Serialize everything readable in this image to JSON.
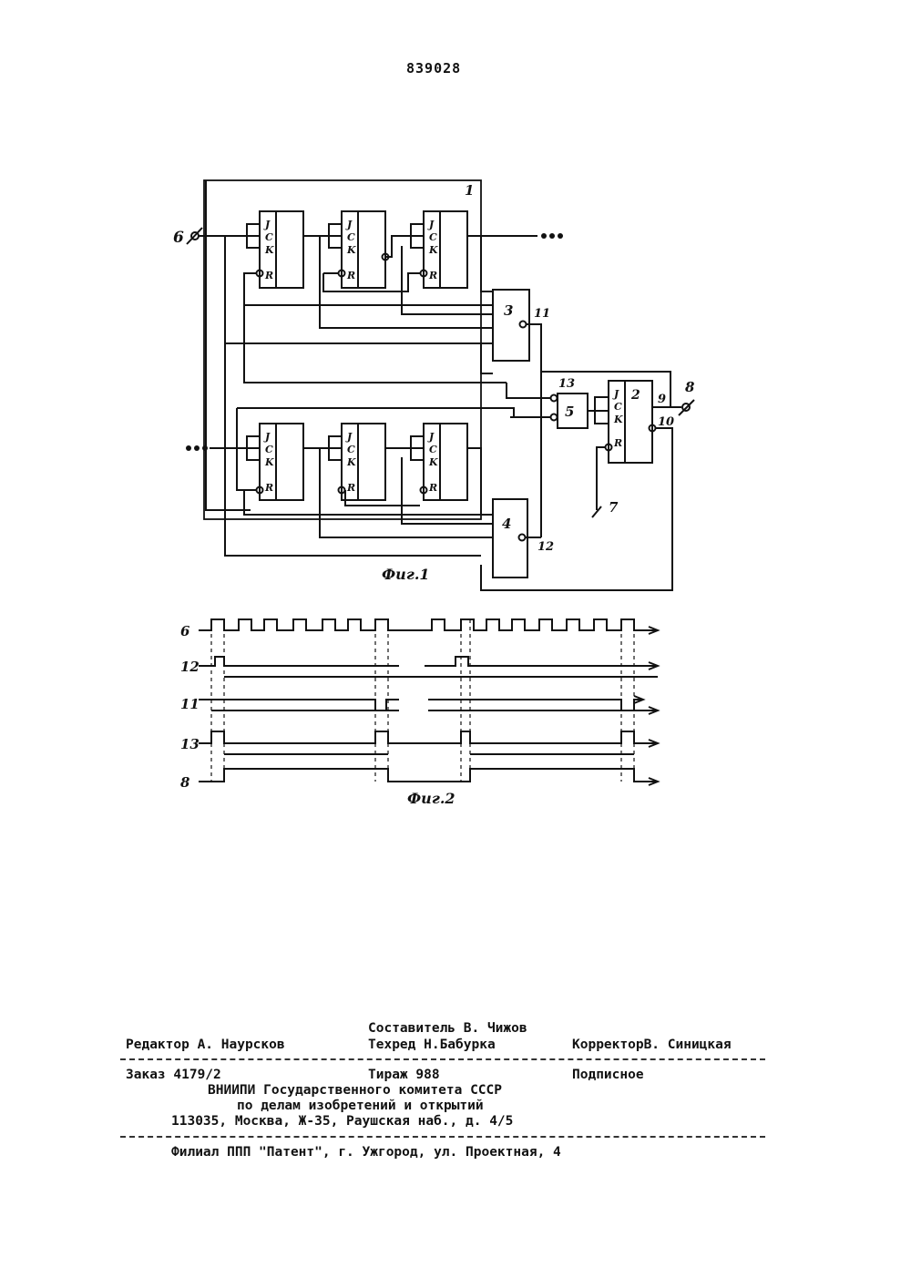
{
  "patent_number": "839028",
  "figure1": {
    "caption": "Фиг.1",
    "labels": {
      "l1": "1",
      "l2": "2",
      "l3": "3",
      "l4": "4",
      "l5": "5",
      "l6": "6",
      "l7": "7",
      "l8": "8",
      "l9": "9",
      "l10": "10",
      "l11": "11",
      "l12": "12",
      "l13": "13"
    },
    "pin_j": "J",
    "pin_c": "C",
    "pin_k": "K",
    "pin_r": "R"
  },
  "figure2": {
    "caption": "Фиг.2",
    "rows": [
      "6",
      "12",
      "11",
      "13",
      "8"
    ]
  },
  "colophon": {
    "compiler": "Составитель В. Чижов",
    "editor": "Редактор А. Наурсков",
    "techred": "Техред Н.Бабурка",
    "corrector": "КорректорВ. Синицкая",
    "order": "Заказ 4179/2",
    "circulation": "Тираж 988",
    "subscription": "Подписное",
    "org1": "ВНИИПИ Государственного комитета СССР",
    "org2": "по делам изобретений и открытий",
    "address": "113035, Москва, Ж-35, Раушская наб., д. 4/5",
    "branch": "Филиал ППП \"Патент\", г. Ужгород, ул. Проектная, 4"
  }
}
